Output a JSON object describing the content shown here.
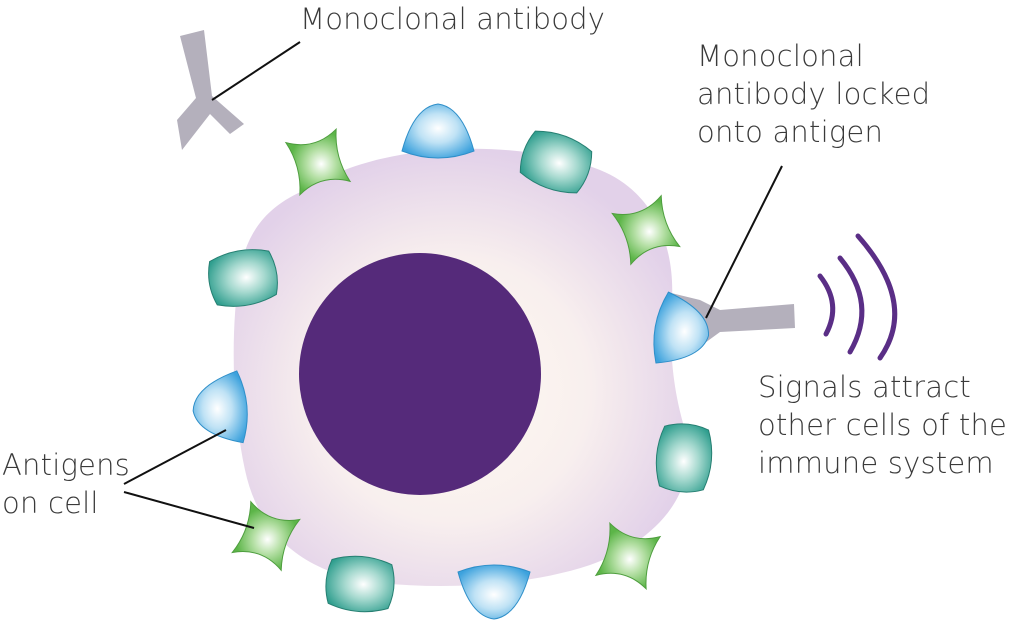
{
  "labels": {
    "monoclonal_antibody": "Monoclonal antibody",
    "locked": [
      "Monoclonal",
      "antibody locked",
      "onto antigen"
    ],
    "antigens": [
      "Antigens",
      "on cell"
    ],
    "signals": [
      "Signals attract",
      "other cells of the",
      "immune system"
    ]
  },
  "colors": {
    "nucleus": "#552a7a",
    "cell_edge": "#e3d3ea",
    "cell_center": "#fffaf0",
    "antibody": "#b4b0bc",
    "signal_arcs": "#5a2e86",
    "leader_lines": "#111111",
    "antigen_teal": "#2f9e8e",
    "antigen_green": "#66bb55",
    "antigen_blue": "#4aa8e0"
  }
}
